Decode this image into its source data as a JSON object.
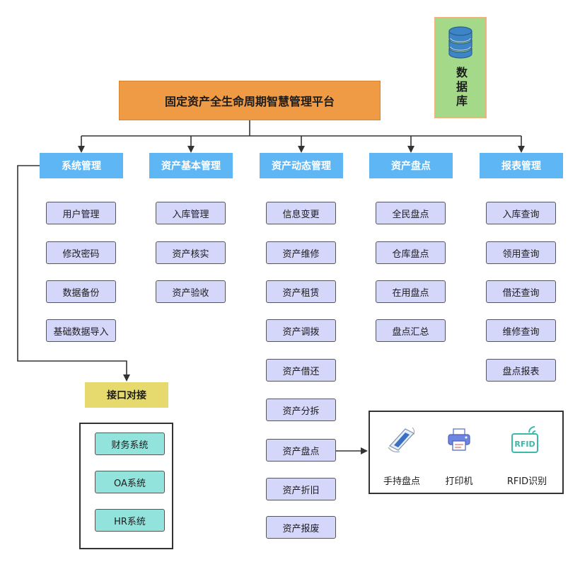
{
  "platform_title": "固定资产全生命周期智慧管理平台",
  "database": {
    "label": "数据库"
  },
  "categories": [
    {
      "title": "系统管理",
      "items": [
        "用户管理",
        "修改密码",
        "数据备份",
        "基础数据导入"
      ]
    },
    {
      "title": "资产基本管理",
      "items": [
        "入库管理",
        "资产核实",
        "资产验收"
      ]
    },
    {
      "title": "资产动态管理",
      "items": [
        "信息变更",
        "资产维修",
        "资产租赁",
        "资产调拨",
        "资产借还",
        "资产分拆",
        "资产盘点",
        "资产折旧",
        "资产报废"
      ]
    },
    {
      "title": "资产盘点",
      "items": [
        "全民盘点",
        "仓库盘点",
        "在用盘点",
        "盘点汇总"
      ]
    },
    {
      "title": "报表管理",
      "items": [
        "入库查询",
        "领用查询",
        "借还查询",
        "维修查询",
        "盘点报表"
      ]
    }
  ],
  "interface": {
    "title": "接口对接",
    "systems": [
      "财务系统",
      "OA系统",
      "HR系统"
    ]
  },
  "devices": [
    {
      "label": "手持盘点",
      "icon": "handheld-scanner-icon"
    },
    {
      "label": "打印机",
      "icon": "printer-icon"
    },
    {
      "label": "RFID识别",
      "icon": "rfid-icon"
    }
  ]
}
